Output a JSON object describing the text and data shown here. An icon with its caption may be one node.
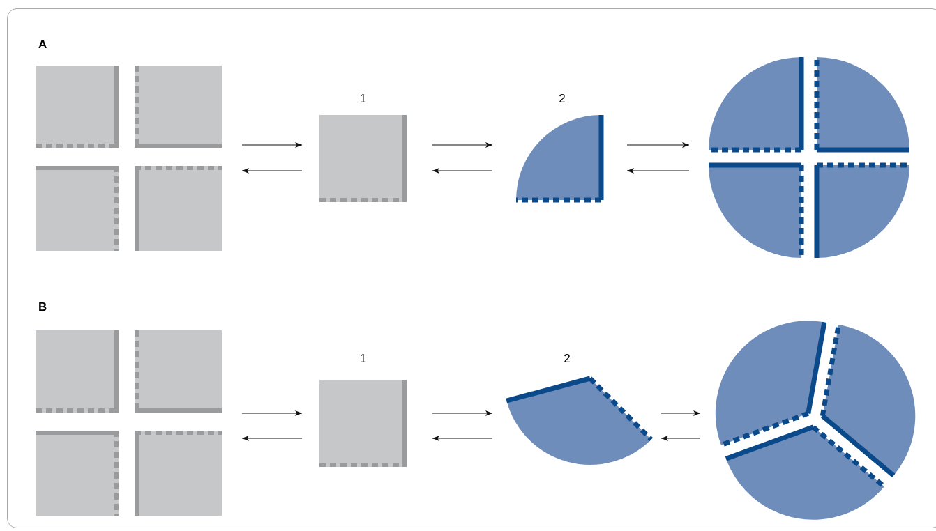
{
  "diagram": {
    "nodes": [
      {
        "text": [],
        "shape": "picture"
      },
      {
        "text": [],
        "shape": "box",
        "beside": [
          "1"
        ]
      },
      {
        "text": [],
        "shape": "picture",
        "beside": [
          "2"
        ]
      },
      {
        "text": [],
        "shape": "circle"
      },
      {
        "text": [],
        "shape": "picture"
      },
      {
        "text": [],
        "shape": "box",
        "beside": [
          "1"
        ]
      },
      {
        "text": [],
        "shape": "picture",
        "beside": [
          "2"
        ]
      },
      {
        "text": [],
        "shape": "circle"
      }
    ],
    "edges": [
      {
        "from": 0,
        "to": 1,
        "arrow": "to"
      },
      {
        "from": 1,
        "to": 0,
        "arrow": "to"
      },
      {
        "from": 1,
        "to": 2,
        "arrow": "to"
      },
      {
        "from": 2,
        "to": 1,
        "arrow": "to"
      },
      {
        "from": 2,
        "to": 3,
        "arrow": "to"
      },
      {
        "from": 3,
        "to": 2,
        "arrow": "to"
      },
      {
        "from": 4,
        "to": 5,
        "arrow": "to"
      },
      {
        "from": 5,
        "to": 4,
        "arrow": "to"
      },
      {
        "from": 5,
        "to": 6,
        "arrow": "to"
      },
      {
        "from": 6,
        "to": 5,
        "arrow": "to"
      },
      {
        "from": 6,
        "to": 7,
        "arrow": "to"
      },
      {
        "from": 7,
        "to": 6,
        "arrow": "to"
      }
    ],
    "labels": [
      "A",
      "B"
    ]
  }
}
